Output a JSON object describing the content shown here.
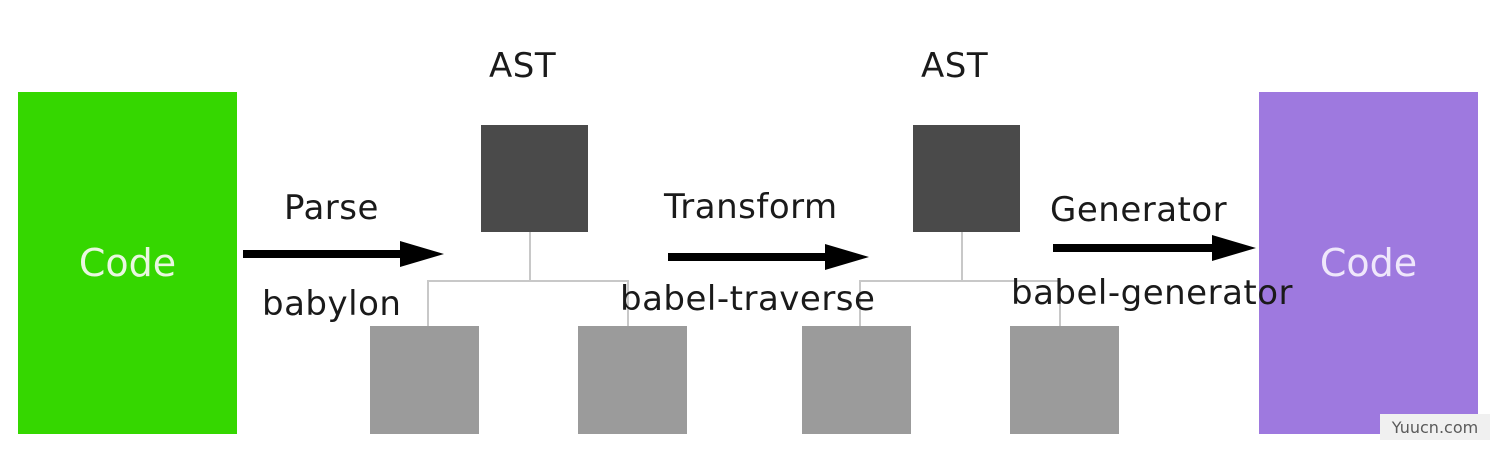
{
  "input_box": {
    "label": "Code",
    "color": "#35d700"
  },
  "output_box": {
    "label": "Code",
    "color": "#9e79df"
  },
  "ast_trees": [
    {
      "title": "AST"
    },
    {
      "title": "AST"
    }
  ],
  "steps": [
    {
      "top_label": "Parse",
      "bottom_label": "babylon"
    },
    {
      "top_label": "Transform",
      "bottom_label": "babel-traverse"
    },
    {
      "top_label": "Generator",
      "bottom_label": "babel-generator"
    }
  ],
  "colors": {
    "ast_root": "#4a4a4a",
    "ast_child": "#9b9b9b",
    "connector": "#c8c8c8",
    "arrow": "#000000"
  },
  "watermark": "Yuucn.com"
}
